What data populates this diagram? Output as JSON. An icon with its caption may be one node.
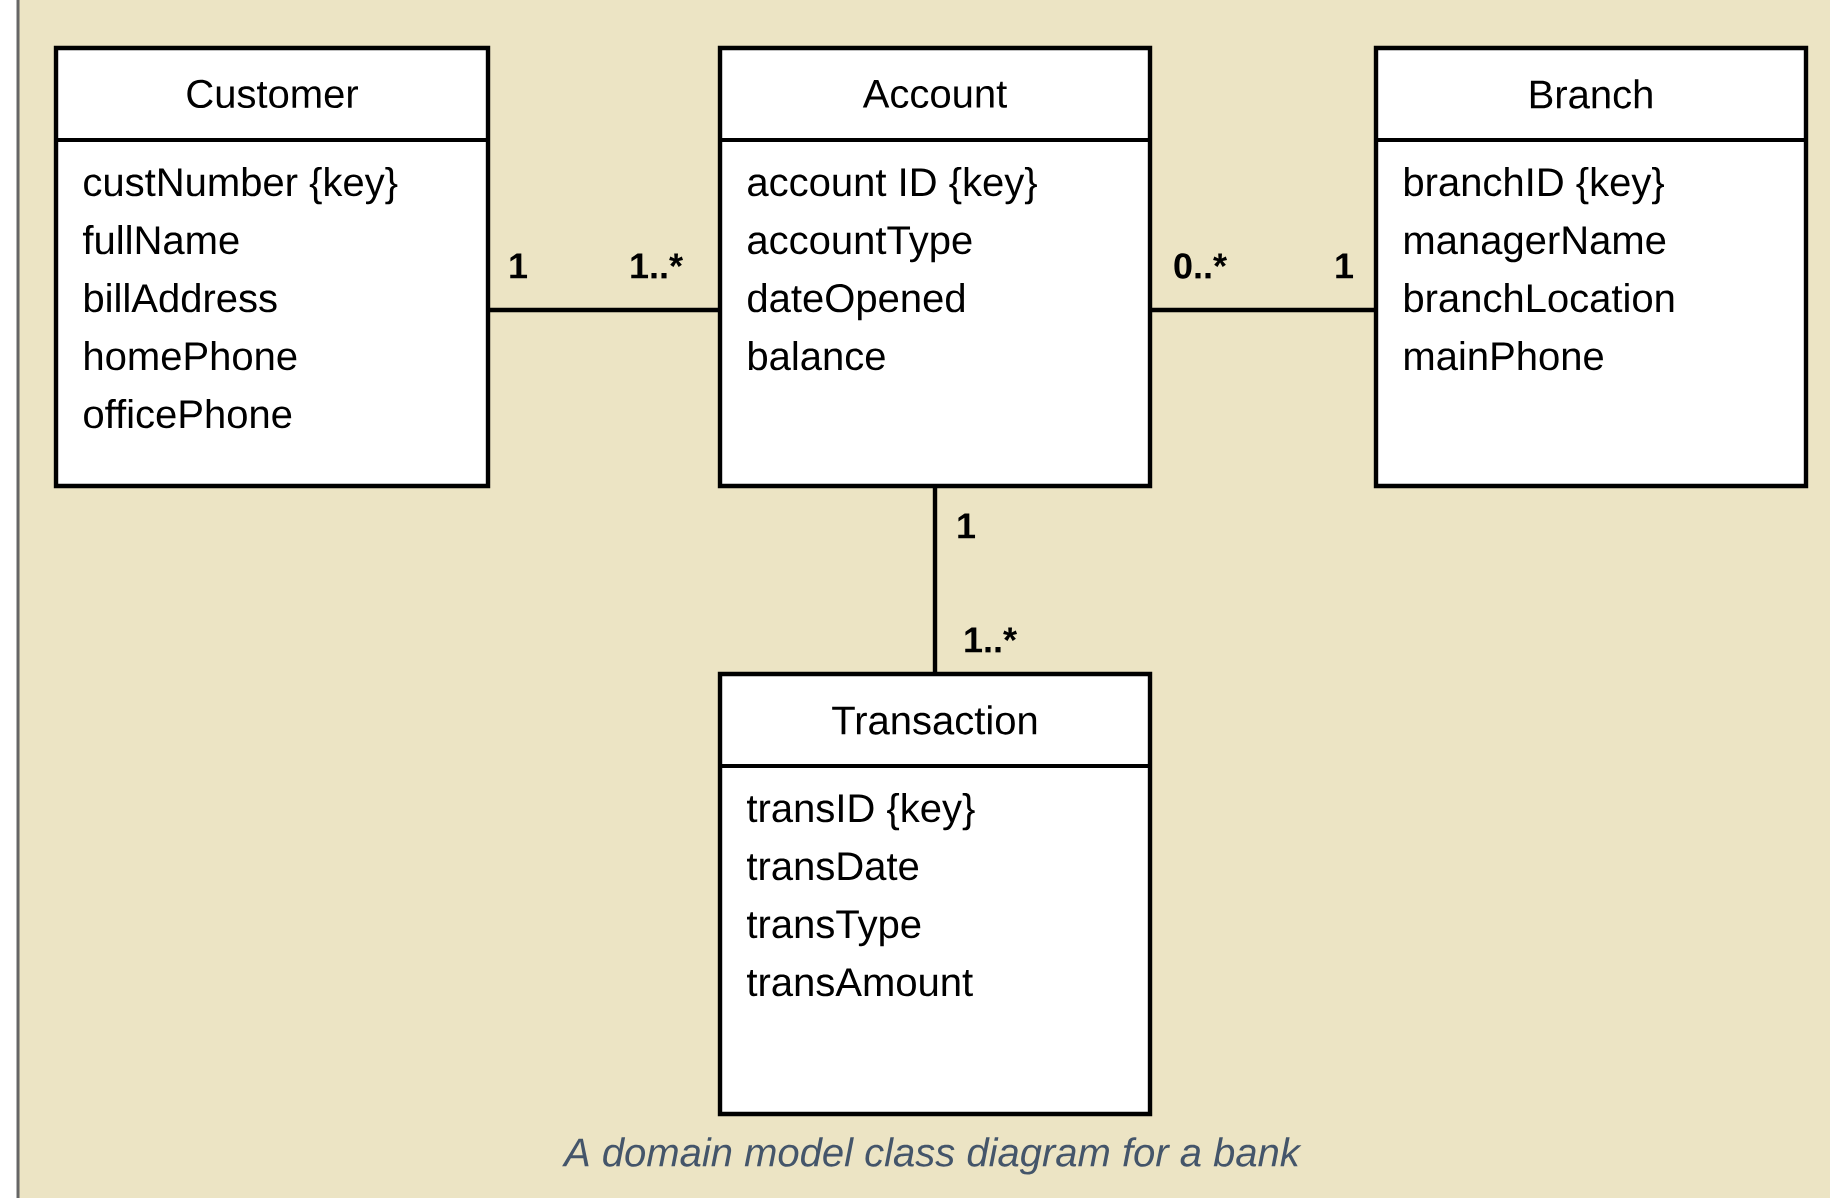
{
  "diagram": {
    "caption": "A domain model class diagram for a bank",
    "nodes": [
      {
        "text": [
          "Customer",
          "custNumber {key}",
          "fullName",
          "billAddress",
          "homePhone",
          "officePhone"
        ]
      },
      {
        "text": [
          "Account",
          "account ID {key}",
          "accountType",
          "dateOpened",
          "balance"
        ]
      },
      {
        "text": [
          "Branch",
          "branchID {key}",
          "managerName",
          "branchLocation",
          "mainPhone"
        ]
      },
      {
        "text": [
          "Transaction",
          "transID {key}",
          "transDate",
          "transType",
          "transAmount"
        ]
      }
    ],
    "edges": [
      {
        "from": 0,
        "to": 1,
        "arrow": "none"
      },
      {
        "from": 1,
        "to": 2,
        "arrow": "none"
      },
      {
        "from": 1,
        "to": 3,
        "arrow": "none"
      }
    ],
    "labels": [
      "1",
      "1..*",
      "0..*",
      "1",
      "1",
      "1..*"
    ]
  }
}
